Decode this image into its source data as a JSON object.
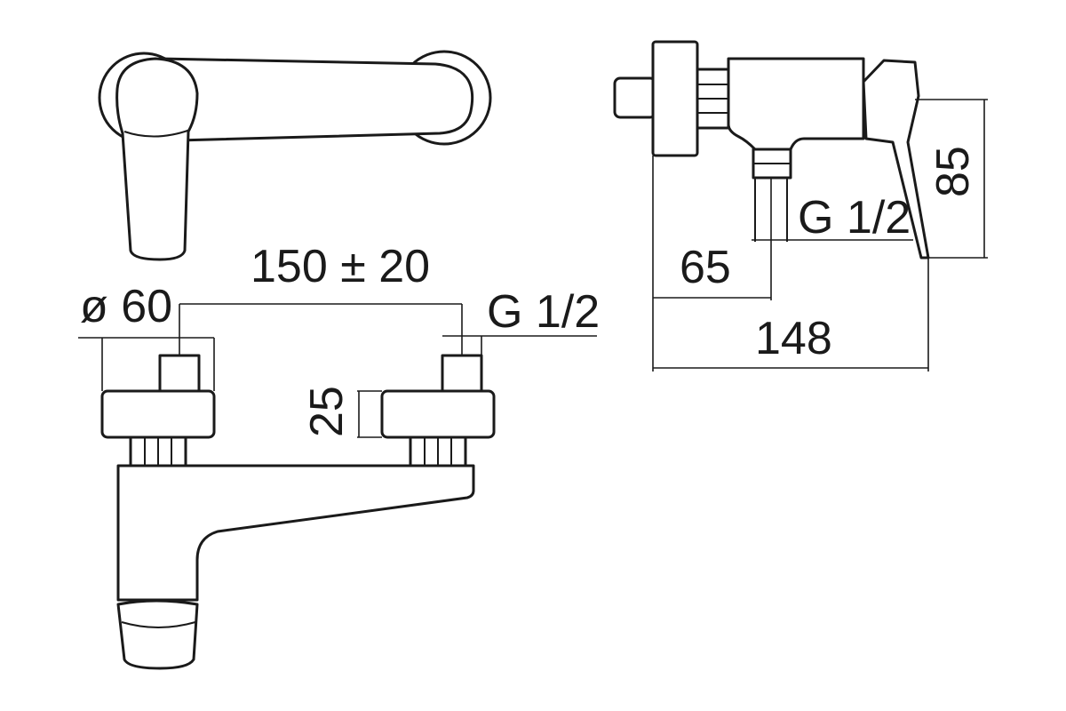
{
  "drawing": {
    "line_color": "#1a1a1a",
    "background": "#ffffff",
    "dimensions": {
      "center_distance": "150 ± 20",
      "flange_diameter": "ø 60",
      "inlet_thread": "G 1/2",
      "flange_height": "25",
      "outlet_thread": "G 1/2",
      "wall_to_outlet": "65",
      "total_depth": "148",
      "body_height": "85"
    }
  }
}
